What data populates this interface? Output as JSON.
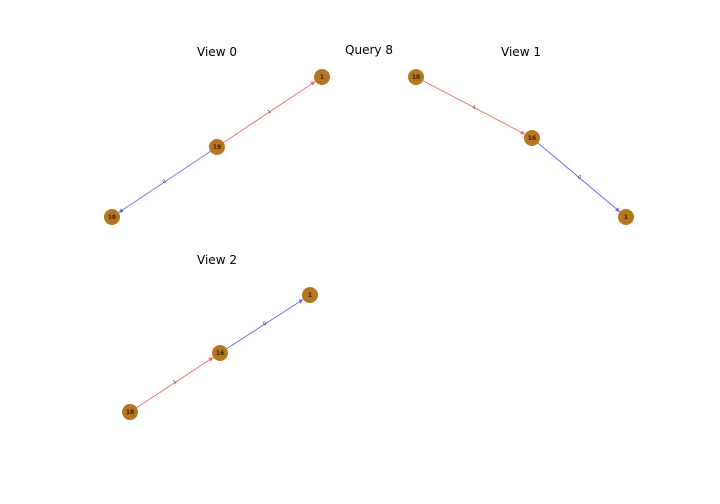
{
  "figure": {
    "title": "Query 8",
    "title_color": "#008000"
  },
  "colors": {
    "node": "#b5761f",
    "edge_relation_0": "#6666ee",
    "edge_relation_1": "#ee6666"
  },
  "views": [
    {
      "title": "View 0",
      "nodes": [
        {
          "id": "a",
          "label": "1"
        },
        {
          "id": "b",
          "label": "19"
        },
        {
          "id": "c",
          "label": "18"
        }
      ],
      "edges": [
        {
          "from": "b",
          "to": "a",
          "label": "1",
          "relation": 1
        },
        {
          "from": "b",
          "to": "c",
          "label": "0",
          "relation": 0
        }
      ]
    },
    {
      "title": "View 1",
      "nodes": [
        {
          "id": "a",
          "label": "18"
        },
        {
          "id": "b",
          "label": "16"
        },
        {
          "id": "c",
          "label": "1"
        }
      ],
      "edges": [
        {
          "from": "a",
          "to": "b",
          "label": "1",
          "relation": 1
        },
        {
          "from": "b",
          "to": "c",
          "label": "0",
          "relation": 0
        }
      ]
    },
    {
      "title": "View 2",
      "nodes": [
        {
          "id": "a",
          "label": "1"
        },
        {
          "id": "b",
          "label": "16"
        },
        {
          "id": "c",
          "label": "18"
        }
      ],
      "edges": [
        {
          "from": "b",
          "to": "a",
          "label": "0",
          "relation": 0
        },
        {
          "from": "c",
          "to": "b",
          "label": "1",
          "relation": 1
        }
      ]
    }
  ]
}
